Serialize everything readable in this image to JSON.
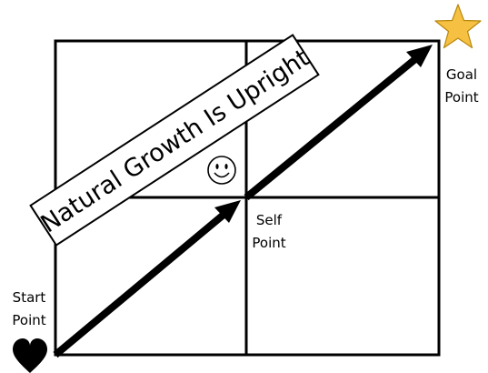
{
  "diagram": {
    "banner": "Natural Growth Is Upright",
    "labels": {
      "start_line1": "Start",
      "start_line2": "Point",
      "self_line1": "Self",
      "self_line2": "Point",
      "goal_line1": "Goal",
      "goal_line2": "Point"
    },
    "colors": {
      "line": "#000000",
      "star": "#f6c142",
      "star_outline": "#b8860b",
      "heart": "#000000",
      "banner_fill": "#ffffff"
    },
    "icons": {
      "start": "heart-icon",
      "goal": "star-icon",
      "center": "smiley-face-icon"
    }
  }
}
